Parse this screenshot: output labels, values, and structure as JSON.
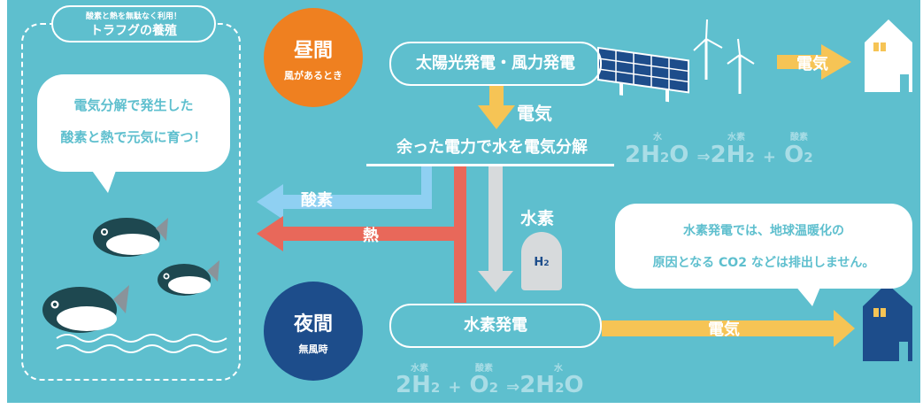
{
  "farm": {
    "subtitle": "酸素と熱を無駄なく利用！",
    "title": "トラフグの養殖",
    "bubble_line1": "電気分解で発生した",
    "bubble_line2": "酸素と熱で元気に育つ！"
  },
  "day": {
    "label": "昼間",
    "sub": "風があるとき"
  },
  "night": {
    "label": "夜間",
    "sub": "無風時"
  },
  "generation": {
    "label": "太陽光発電・風力発電"
  },
  "arrows": {
    "electricity_down": "電気",
    "electricity_top_right": "電気",
    "electricity_bottom_right": "電気",
    "oxygen": "酸素",
    "heat": "熱",
    "hydrogen": "水素"
  },
  "electrolysis": {
    "label": "余った電力で水を電気分解"
  },
  "equation_top": {
    "lhs": "2H",
    "lhs_sub": "2",
    "lhs_o": "O",
    "arrow": "⇒",
    "h": "2H",
    "h_sub": "2",
    "plus": "+",
    "o": "O",
    "o_sub": "2",
    "water": "水",
    "hydrogen": "水素",
    "oxygen": "酸素"
  },
  "equation_bottom": {
    "h": "2H",
    "h_sub": "2",
    "plus": "+",
    "o": "O",
    "o_sub": "2",
    "arrow": "⇒",
    "rhs": "2H",
    "rhs_sub": "2",
    "rhs_o": "O",
    "hydrogen": "水素",
    "oxygen": "酸素",
    "water": "水"
  },
  "tank": {
    "label": "H",
    "label_sub": "2"
  },
  "h2_power": {
    "label": "水素発電"
  },
  "house_bubble": {
    "line1": "水素発電では、地球温暖化の",
    "line2": "原因となる CO2 などは排出しません。"
  },
  "colors": {
    "background": "#5ebfce",
    "day": "#ef8020",
    "night": "#1d4d8b",
    "electricity_arrow": "#f6c455",
    "oxygen_arrow": "#8fd0f2",
    "heat_arrow": "#e8685a",
    "hydrogen_arrow": "#d7dadc",
    "equation": "#a9dde6"
  },
  "icons": [
    "solar-panel-icon",
    "wind-turbine-icon",
    "house-icon",
    "pufferfish-icon",
    "hydrogen-tank-icon"
  ]
}
